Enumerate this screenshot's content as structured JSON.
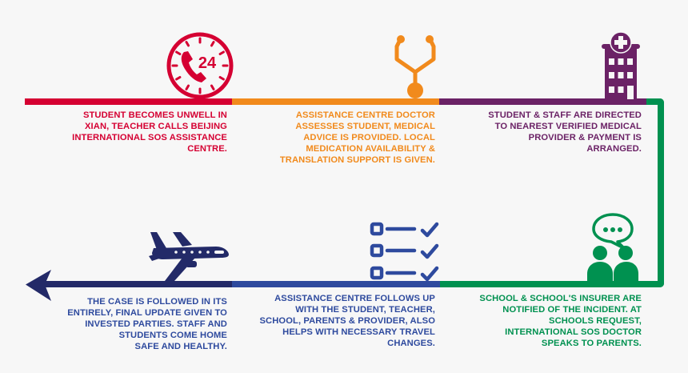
{
  "colors": {
    "background": "#f7f7f7",
    "red": "#d50032",
    "orange": "#f18a1c",
    "purple": "#6b2266",
    "green": "#009150",
    "blue": "#2e4a9e",
    "navy": "#232a68"
  },
  "steps": [
    {
      "id": 1,
      "icon": "clock-24-phone-icon",
      "icon_label": "24",
      "color": "#d50032",
      "text": "STUDENT BECOMES UNWELL IN\nXIAN, TEACHER CALLS BEIJING\nINTERNATIONAL SOS ASSISTANCE\nCENTRE."
    },
    {
      "id": 2,
      "icon": "stethoscope-icon",
      "color": "#f18a1c",
      "text": "ASSISTANCE CENTRE DOCTOR\nASSESSES STUDENT, MEDICAL\nADVICE IS PROVIDED. LOCAL\nMEDICATION AVAILABILITY &\nTRANSLATION SUPPORT IS GIVEN."
    },
    {
      "id": 3,
      "icon": "hospital-building-icon",
      "color": "#6b2266",
      "text": "STUDENT & STAFF ARE DIRECTED\nTO NEAREST VERIFIED MEDICAL\nPROVIDER & PAYMENT IS\nARRANGED."
    },
    {
      "id": 4,
      "icon": "people-chat-icon",
      "color": "#009150",
      "text": "SCHOOL & SCHOOL'S INSURER ARE\nNOTIFIED OF THE INCIDENT. AT\nSCHOOLS REQUEST,\nINTERNATIONAL SOS DOCTOR\nSPEAKS TO PARENTS."
    },
    {
      "id": 5,
      "icon": "checklist-icon",
      "color": "#2e4a9e",
      "text": "ASSISTANCE CENTRE FOLLOWS UP\nWITH THE STUDENT, TEACHER,\nSCHOOL, PARENTS & PROVIDER, ALSO\nHELPS WITH NECESSARY TRAVEL\nCHANGES."
    },
    {
      "id": 6,
      "icon": "airplane-icon",
      "color": "#232a68",
      "text": "THE CASE IS FOLLOWED IN ITS\nENTIRELY, FINAL UPDATE GIVEN TO\nINVESTED PARTIES. STAFF AND\nSTUDENTS COME HOME\nSAFE AND HEALTHY."
    }
  ]
}
